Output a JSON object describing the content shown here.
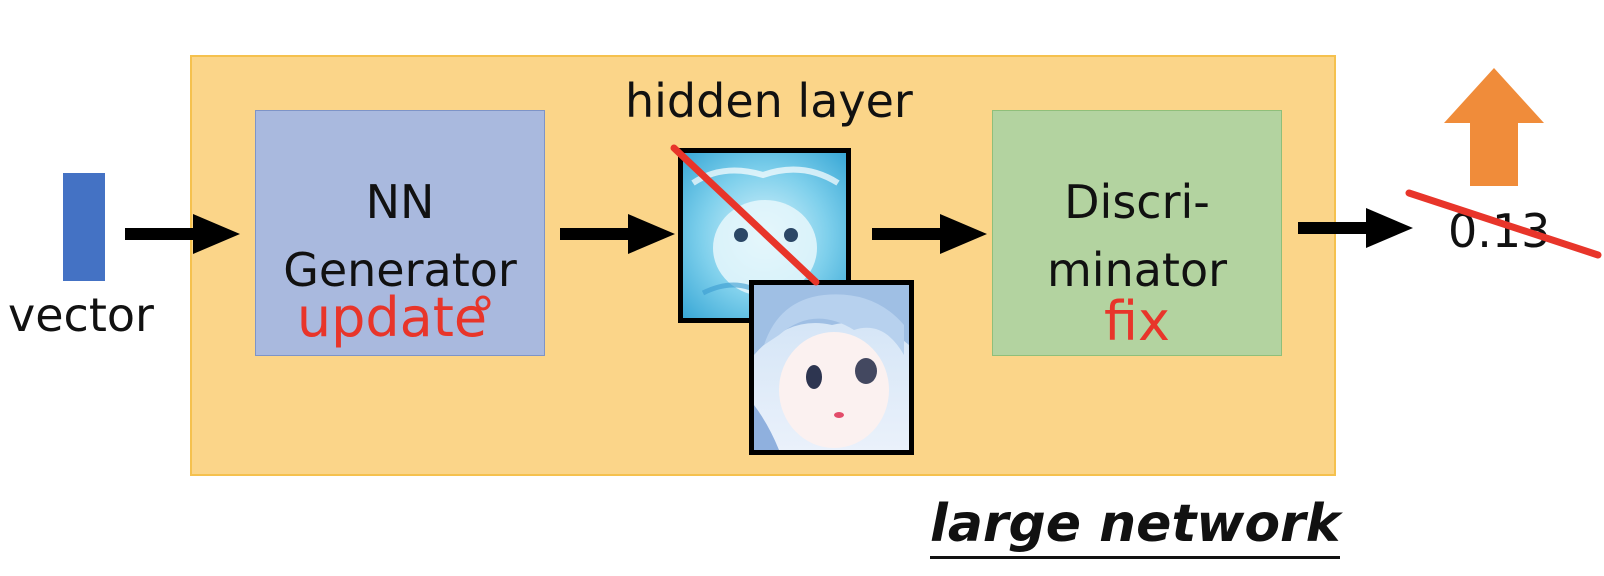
{
  "input": {
    "label": "vector"
  },
  "generator": {
    "line1": "NN",
    "line2": "Generator",
    "status": "update"
  },
  "hidden": {
    "label": "hidden layer"
  },
  "discriminator": {
    "line1": "Discri-",
    "line2": "minator",
    "status": "fix"
  },
  "output": {
    "score": "0.13"
  },
  "network": {
    "label": "large network"
  },
  "colors": {
    "large_network_fill": "#fbd589",
    "generator_fill": "#a9b9de",
    "discriminator_fill": "#b3d3a0",
    "input_vector": "#4472c4",
    "annotation_red": "#e8352a",
    "up_arrow": "#f08c3a"
  },
  "icons": {
    "up_arrow": "up-arrow-icon",
    "strike": "strikethrough-mark"
  }
}
